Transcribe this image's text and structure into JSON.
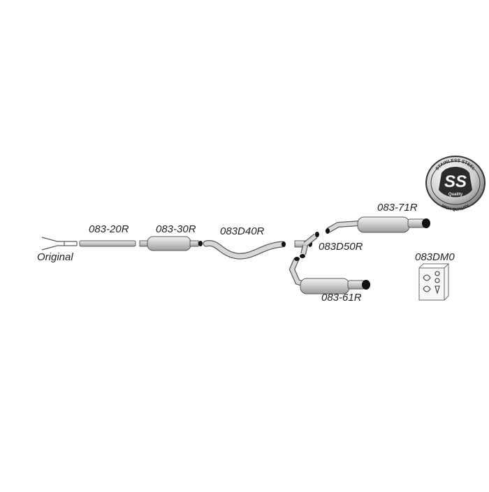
{
  "parts": {
    "original": "Original",
    "p20": "083-20R",
    "p30": "083-30R",
    "d40": "083D40R",
    "d50": "083D50R",
    "p71": "083-71R",
    "p61": "083-61R",
    "dm0": "083DM0"
  },
  "seal": {
    "logo": "SS",
    "top": "STAINLESS STEEL",
    "middle": "Quality",
    "bottom": "HIGH QUALITY"
  },
  "colors": {
    "pipe": "#d4d4d4",
    "outline": "#5a5a5a",
    "tip": "#111111",
    "seal_dark": "#2b2b2b"
  }
}
